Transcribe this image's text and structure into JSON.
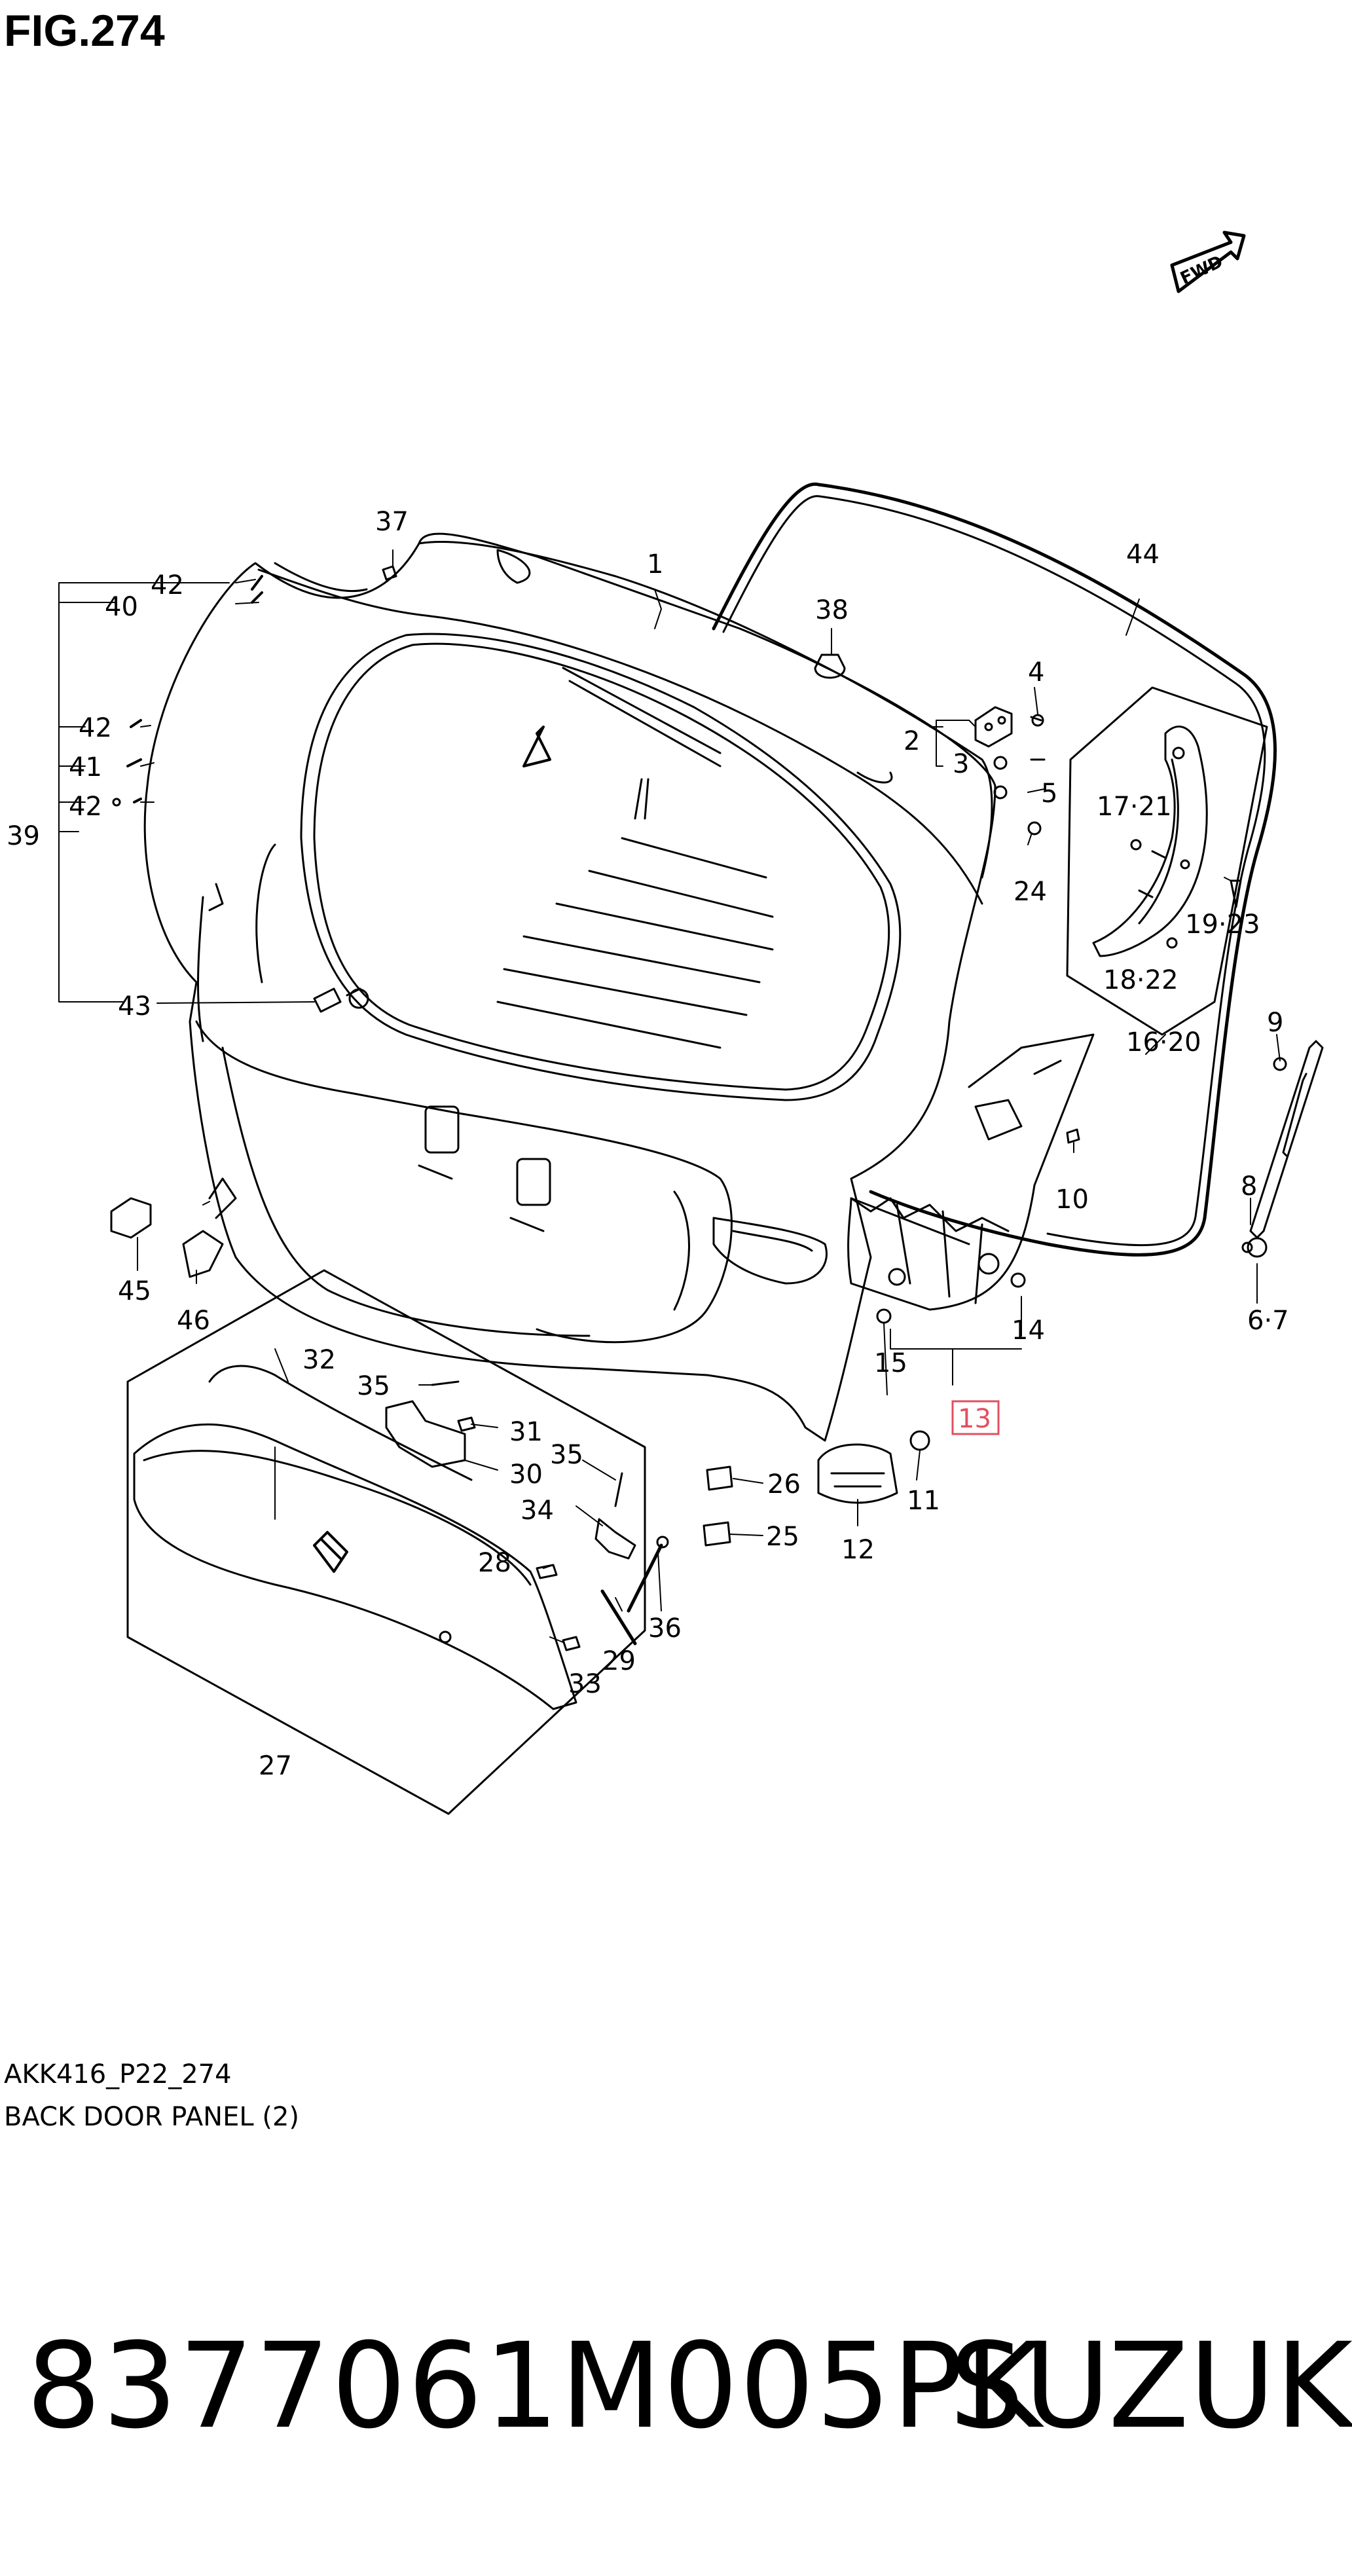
{
  "figure": {
    "title": "FIG.274",
    "fwd_label": "FWD",
    "code": "AKK416_P22_274",
    "name": "BACK DOOR PANEL (2)"
  },
  "callouts": {
    "c1": "1",
    "c2": "2",
    "c3": "3",
    "c4": "4",
    "c5": "5",
    "c67": "6·7",
    "c8": "8",
    "c9": "9",
    "c10": "10",
    "c11": "11",
    "c12": "12",
    "c13": "13",
    "c14": "14",
    "c15": "15",
    "c1620": "16·20",
    "c1721": "17·21",
    "c1822": "18·22",
    "c1923": "19·23",
    "c24": "24",
    "c25": "25",
    "c26": "26",
    "c27": "27",
    "c28": "28",
    "c29": "29",
    "c30": "30",
    "c31": "31",
    "c32": "32",
    "c33": "33",
    "c34": "34",
    "c35a": "35",
    "c35b": "35",
    "c36": "36",
    "c37": "37",
    "c38": "38",
    "c39": "39",
    "c40": "40",
    "c41": "41",
    "c42a": "42",
    "c42b": "42",
    "c42c": "42",
    "c43": "43",
    "c44": "44",
    "c45": "45",
    "c46": "46"
  },
  "part_number": "8377061M005PK",
  "brand": "SUZUKI",
  "highlight_color": "#e05060"
}
